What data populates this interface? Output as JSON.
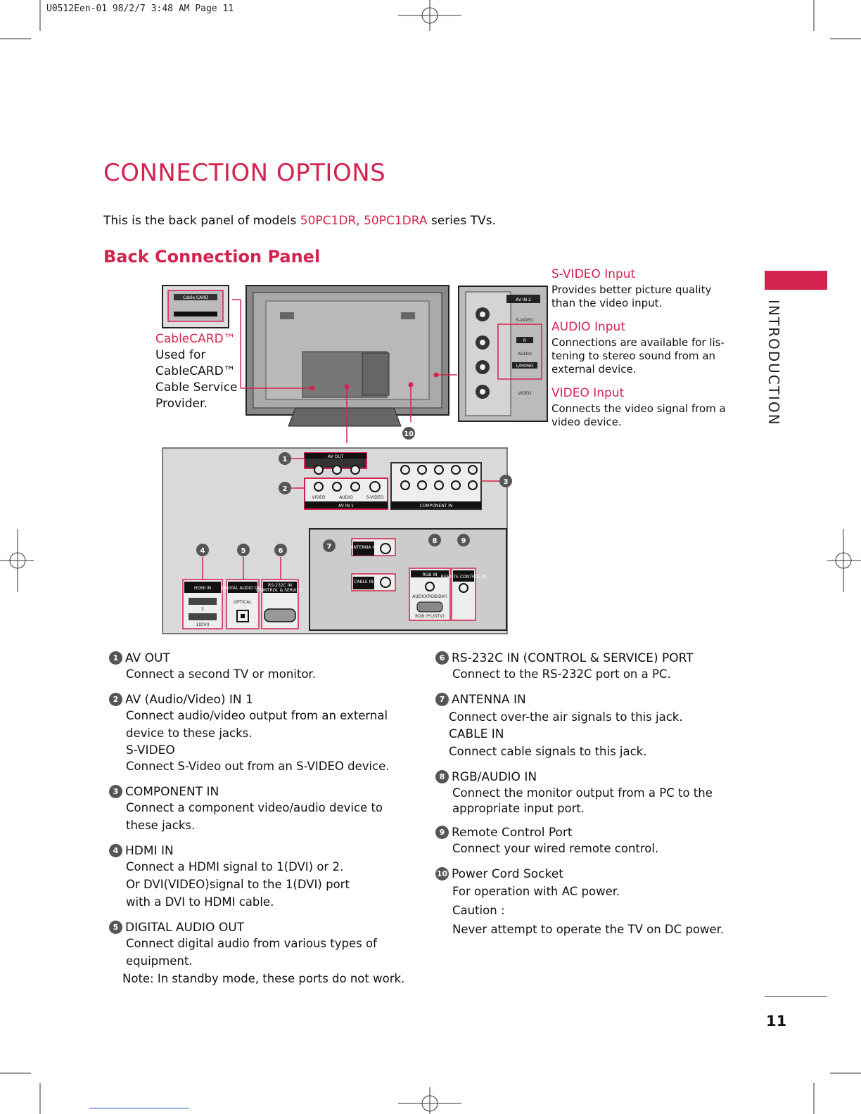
{
  "header": {
    "file_info": "U0512Een-01   98/2/7 3:48 AM   Page 11"
  },
  "page_title": "CONNECTION OPTIONS",
  "intro": {
    "prefix": "This is the back panel of models ",
    "models": "50PC1DR, 50PC1DRA",
    "suffix": " series TVs."
  },
  "section_title": "Back Connection Panel",
  "side_tab": "INTRODUCTION",
  "cablecard": {
    "title": "CableCARD™",
    "lines": [
      "Used for",
      "CableCARD™",
      "Cable Service",
      "Provider."
    ],
    "slot_label": "Cable CARD"
  },
  "callouts": [
    {
      "title": "S-VIDEO Input",
      "lines": [
        "Provides better picture quality",
        "than the video input."
      ]
    },
    {
      "title": "AUDIO Input",
      "lines": [
        "Connections are available for lis-",
        "tening to stereo sound from an",
        "external device."
      ]
    },
    {
      "title": "VIDEO Input",
      "lines": [
        "Connects the video signal from a",
        "video device."
      ]
    }
  ],
  "side_panel_labels": {
    "av_in2": "AV IN 2",
    "svideo": "S-VIDEO",
    "r": "R",
    "audio": "AUDIO",
    "l_mono": "L/MONO",
    "video": "VIDEO"
  },
  "panel_labels": {
    "av_out": "AV OUT",
    "av_in1": "AV IN 1",
    "video": "VIDEO",
    "audio": "AUDIO",
    "svideo": "S-VIDEO",
    "component_in": "COMPONENT IN",
    "hdmi_in": "HDMI IN",
    "hdmi_2": "2",
    "hdmi_1": "1(DVI)",
    "digital_audio_out": "DIGITAL AUDIO OUT",
    "optical": "OPTICAL",
    "rs232c_in": "RS-232C IN",
    "rs232c_sub": "(CONTROL & SERVICE)",
    "antenna_in": "ANTENNA IN",
    "cable_in": "CABLE IN",
    "rgb_in": "RGB IN",
    "audio_rgb_dvi": "AUDIO(RGB/DVI)",
    "rgb_pc_dtv": "RGB (PC/DTV)",
    "remote_control_in": "REMOTE CONTROL IN"
  },
  "markers": [
    "1",
    "2",
    "3",
    "4",
    "5",
    "6",
    "7",
    "8",
    "9",
    "10"
  ],
  "items_left": [
    {
      "num": "1",
      "title": "AV OUT",
      "lines": [
        "Connect a second TV or monitor."
      ]
    },
    {
      "num": "2",
      "title": "AV (Audio/Video) IN 1",
      "lines": [
        "Connect audio/video output from an external",
        "device to these jacks."
      ],
      "sub_title": "S-VIDEO",
      "sub_lines": [
        "Connect S-Video out from an S-VIDEO device."
      ]
    },
    {
      "num": "3",
      "title": "COMPONENT IN",
      "lines": [
        "Connect a component video/audio device to",
        "these jacks."
      ]
    },
    {
      "num": "4",
      "title": "HDMI IN",
      "lines": [
        "Connect a HDMI signal to 1(DVI) or 2.",
        "Or DVI(VIDEO)signal to the 1(DVI) port",
        "with a DVI to HDMI cable."
      ]
    },
    {
      "num": "5",
      "title": "DIGITAL AUDIO OUT",
      "lines": [
        "Connect digital audio from various types of",
        "equipment."
      ],
      "note": "Note: In standby mode, these ports do not work."
    }
  ],
  "items_right": [
    {
      "num": "6",
      "title": "RS-232C IN (CONTROL & SERVICE) PORT",
      "lines": [
        "Connect to the RS-232C port on a PC."
      ]
    },
    {
      "num": "7",
      "title": "ANTENNA IN",
      "lines": [
        "Connect over-the air signals to this jack."
      ],
      "sub_title": "CABLE IN",
      "sub_lines": [
        "Connect cable signals to this jack."
      ]
    },
    {
      "num": "8",
      "title": "RGB/AUDIO IN",
      "lines": [
        "Connect the monitor output from a PC to the",
        "appropriate input port."
      ]
    },
    {
      "num": "9",
      "title": "Remote Control Port",
      "lines": [
        "Connect your wired remote control."
      ]
    },
    {
      "num": "10",
      "title": "Power Cord Socket",
      "lines": [
        "For operation with AC power.",
        "Caution :",
        "Never attempt to operate the TV on DC power."
      ]
    }
  ],
  "page_number": "11"
}
